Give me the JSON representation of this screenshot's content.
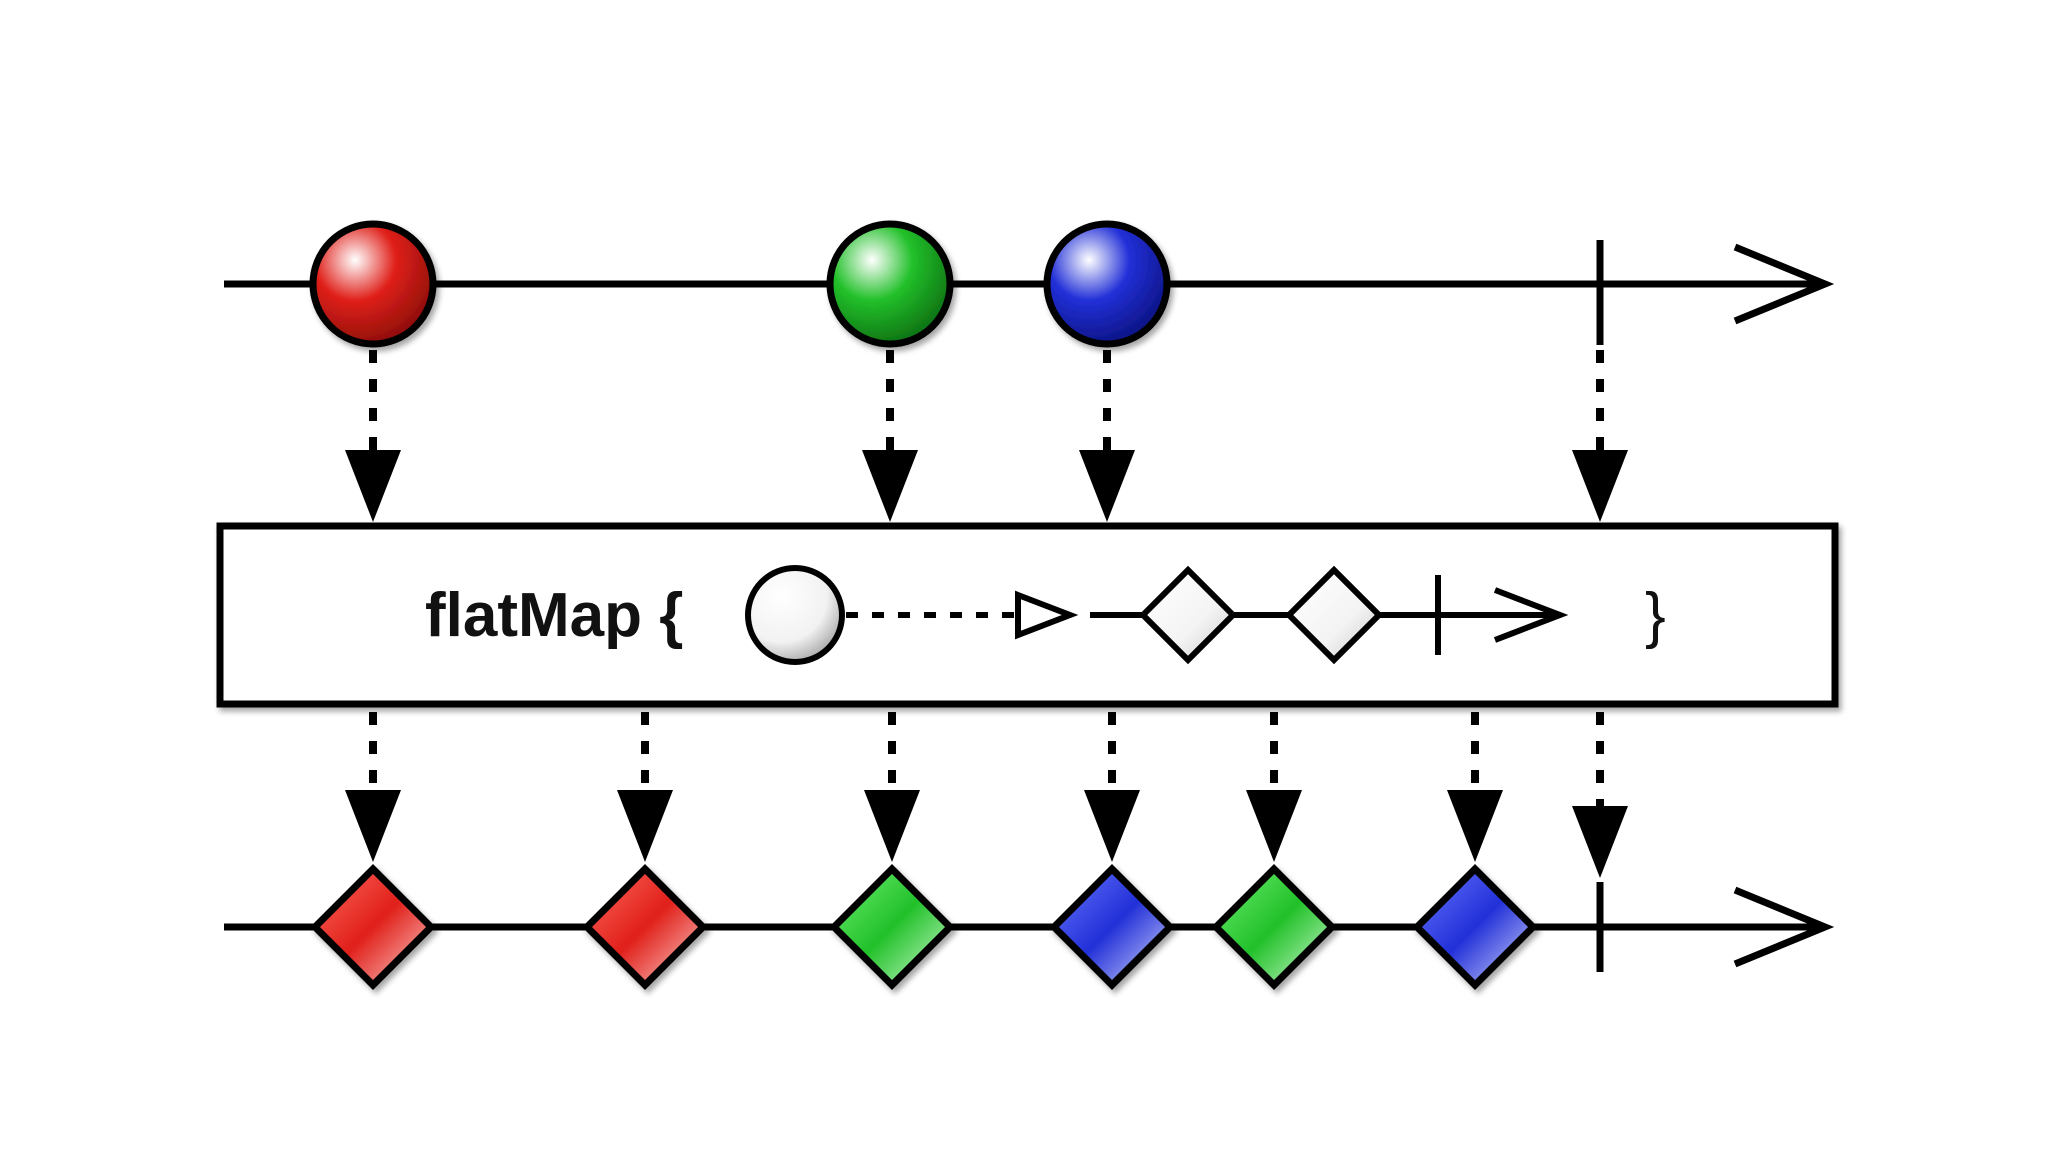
{
  "operator": {
    "label": "flatMap {",
    "closing_brace": "}"
  },
  "colors": {
    "red": "#e0201a",
    "green": "#22c02a",
    "blue": "#2230d8",
    "white": "#ffffff",
    "stroke": "#000000"
  },
  "diagram": {
    "input_marbles": [
      {
        "color": "red",
        "name": "input-marble-red"
      },
      {
        "color": "green",
        "name": "input-marble-green"
      },
      {
        "color": "blue",
        "name": "input-marble-blue"
      }
    ],
    "output_marbles": [
      {
        "color": "red",
        "name": "output-diamond-red-1"
      },
      {
        "color": "red",
        "name": "output-diamond-red-2"
      },
      {
        "color": "green",
        "name": "output-diamond-green-1"
      },
      {
        "color": "blue",
        "name": "output-diamond-blue-1"
      },
      {
        "color": "green",
        "name": "output-diamond-green-2"
      },
      {
        "color": "blue",
        "name": "output-diamond-blue-2"
      }
    ],
    "inner_sequence": [
      "circle",
      "diamond",
      "diamond",
      "completion"
    ]
  }
}
